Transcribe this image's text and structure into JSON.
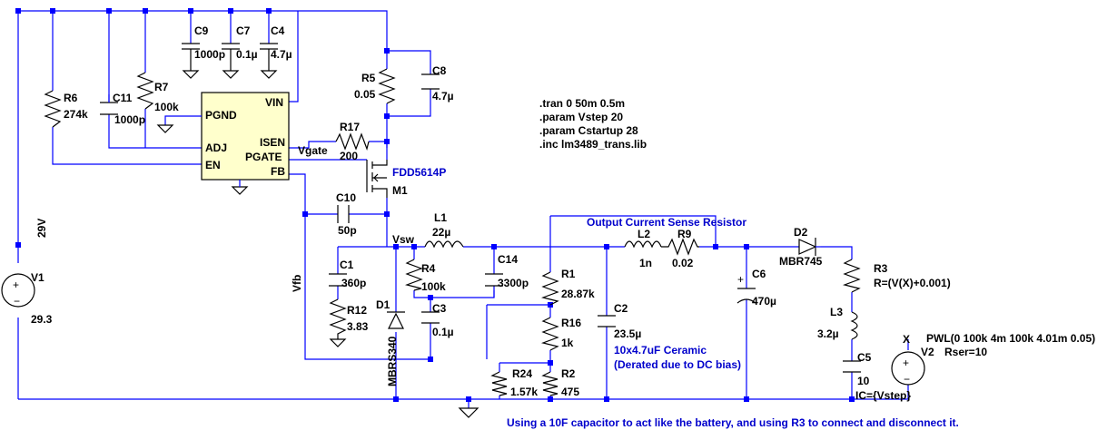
{
  "components": {
    "c9": {
      "ref": "C9",
      "value": "1000p"
    },
    "c7": {
      "ref": "C7",
      "value": "0.1µ"
    },
    "c4": {
      "ref": "C4",
      "value": "4.7µ"
    },
    "c8": {
      "ref": "C8",
      "value": "4.7µ"
    },
    "r5": {
      "ref": "R5",
      "value": "0.05"
    },
    "r6": {
      "ref": "R6",
      "value": "274k"
    },
    "c11": {
      "ref": "C11",
      "value": "1000p"
    },
    "r7": {
      "ref": "R7",
      "value": "100k"
    },
    "r17": {
      "ref": "R17",
      "value": "200"
    },
    "m1": {
      "ref": "M1",
      "value": "FDD5614P"
    },
    "c10": {
      "ref": "C10",
      "value": "50p"
    },
    "l1": {
      "ref": "L1",
      "value": "22µ"
    },
    "c1": {
      "ref": "C1",
      "value": "360p"
    },
    "r12": {
      "ref": "R12",
      "value": "3.83"
    },
    "d1": {
      "ref": "D1",
      "value": "MBRS340"
    },
    "r4": {
      "ref": "R4",
      "value": "100k"
    },
    "c3": {
      "ref": "C3",
      "value": "0.1µ"
    },
    "c14": {
      "ref": "C14",
      "value": "3300p"
    },
    "r1": {
      "ref": "R1",
      "value": "28.87k"
    },
    "r16": {
      "ref": "R16",
      "value": "1k"
    },
    "r24": {
      "ref": "R24",
      "value": "1.57k"
    },
    "r2": {
      "ref": "R2",
      "value": "475"
    },
    "c2": {
      "ref": "C2",
      "value": "23.5µ"
    },
    "l2": {
      "ref": "L2",
      "value": "1n"
    },
    "r9": {
      "ref": "R9",
      "value": "0.02"
    },
    "c6": {
      "ref": "C6",
      "value": "470µ"
    },
    "d2": {
      "ref": "D2",
      "value": "MBR745"
    },
    "r3": {
      "ref": "R3",
      "value": "R=(V(X)+0.001)"
    },
    "l3": {
      "ref": "L3",
      "value": "3.2µ"
    },
    "c5": {
      "ref": "C5",
      "value": "10",
      "ic": "IC={Vstep}"
    },
    "v1": {
      "ref": "V1",
      "value": "29.3"
    },
    "v2": {
      "ref": "V2",
      "value": "PWL(0 100k 4m 100k 4.01m 0.05)",
      "rser": "Rser=10"
    }
  },
  "ic": {
    "pins": {
      "vin": "VIN",
      "pgnd": "PGND",
      "isen": "ISEN",
      "adj": "ADJ",
      "pgate": "PGATE",
      "en": "EN",
      "fb": "FB"
    }
  },
  "nets": {
    "v29": "29V",
    "vgate": "Vgate",
    "vsw": "Vsw",
    "vfb": "Vfb",
    "x": "X"
  },
  "directives": [
    ".tran 0 50m 0.5m",
    ".param Vstep 20",
    ".param Cstartup 28",
    ".inc lm3489_trans.lib"
  ],
  "notes": {
    "sense": "Output Current Sense Resistor",
    "ceramic1": "10x4.7uF Ceramic",
    "ceramic2": "(Derated due to DC bias)",
    "battery": "Using a 10F capacitor to act like the battery, and using R3 to connect and disconnect it."
  }
}
